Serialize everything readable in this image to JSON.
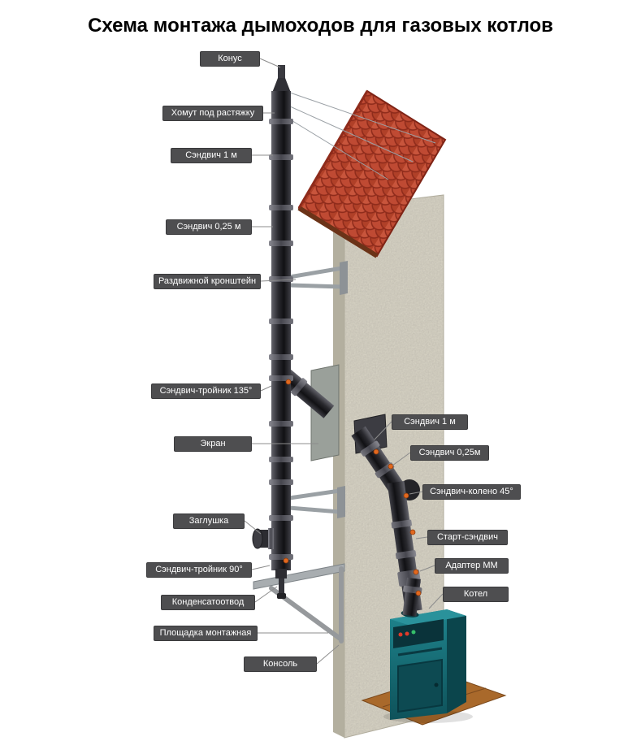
{
  "title": "Схема монтажа дымоходов для газовых котлов",
  "callouts": {
    "left": [
      {
        "text": "Конус"
      },
      {
        "text": "Хомут под растяжку"
      },
      {
        "text": "Сэндвич 1 м"
      },
      {
        "text": "Сэндвич 0,25 м"
      },
      {
        "text": "Раздвижной кронштейн"
      },
      {
        "text": "Сэндвич-тройник 135°"
      },
      {
        "text": "Экран"
      },
      {
        "text": "Заглушка"
      },
      {
        "text": "Сэндвич-тройник 90°"
      },
      {
        "text": "Конденсатоотвод"
      },
      {
        "text": "Площадка монтажная"
      },
      {
        "text": "Консоль"
      }
    ],
    "right": [
      {
        "text": "Сэндвич 1 м"
      },
      {
        "text": "Сэндвич 0,25м"
      },
      {
        "text": "Сэндвич-колено 45°"
      },
      {
        "text": "Старт-сэндвич"
      },
      {
        "text": "Адаптер ММ"
      },
      {
        "text": "Котел"
      }
    ]
  },
  "colors": {
    "label_bg": "#4e4e50",
    "label_text": "#ffffff",
    "roof_tile": "#bf4a33",
    "wall_concrete": "#d9d5c6",
    "pipe": "#26262a",
    "boiler": "#1d7f88",
    "floor_wood": "#a9692b",
    "joint_pin": "#e2691f"
  }
}
